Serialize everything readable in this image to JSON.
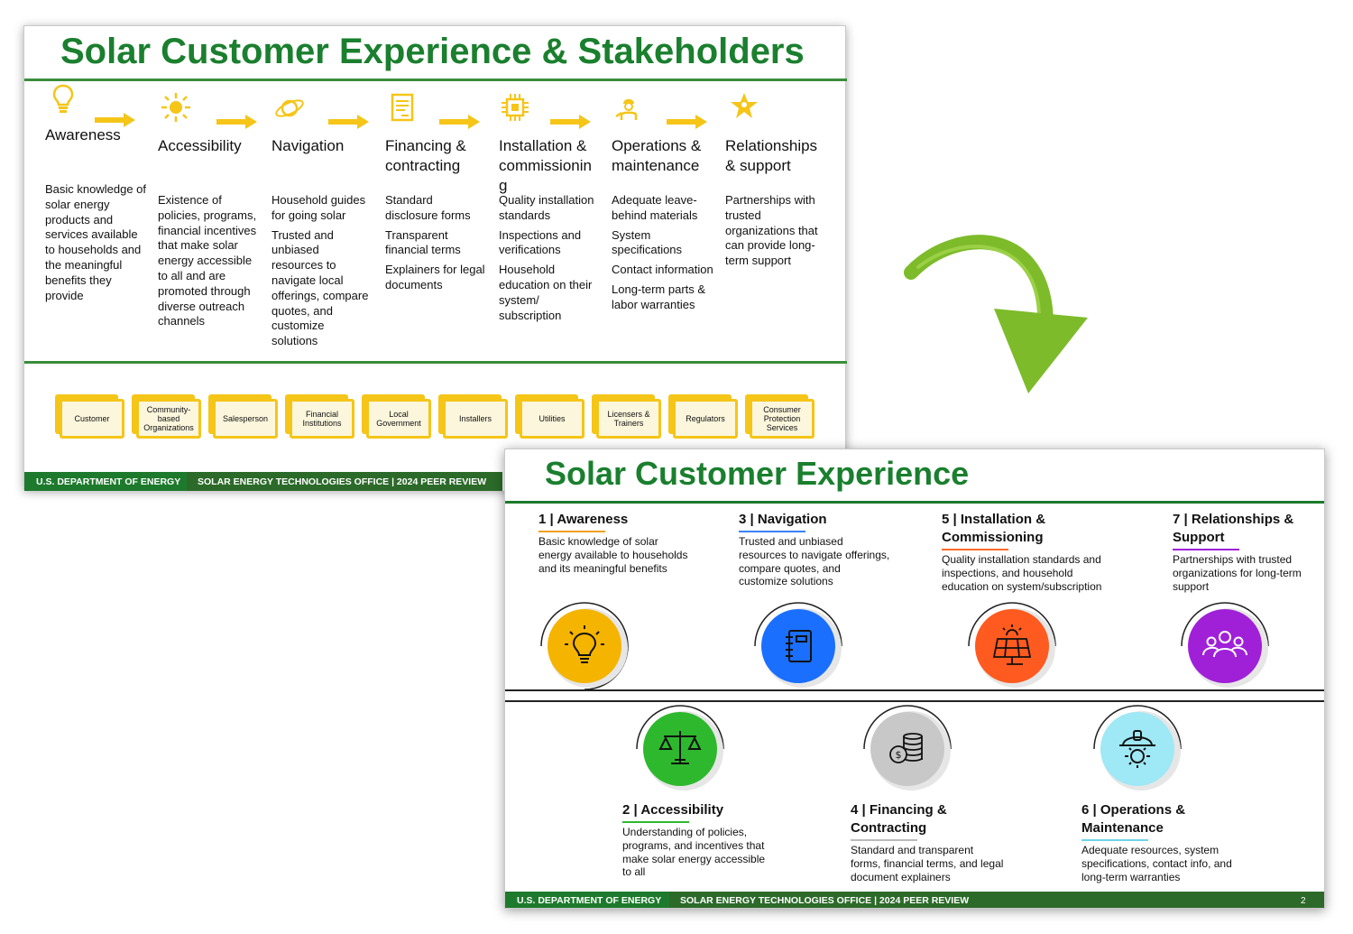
{
  "slide1": {
    "title": "Solar Customer Experience & Stakeholders",
    "stages": [
      {
        "icon": "lightbulb-icon",
        "heading": "Awareness",
        "body": [
          "Basic knowledge of solar energy products and services available to households and the meaningful benefits they provide"
        ]
      },
      {
        "icon": "sun-icon",
        "heading": "Accessibility",
        "body": [
          "Existence of policies, programs, financial incentives that make solar energy accessible to all and are promoted through diverse outreach channels"
        ]
      },
      {
        "icon": "planet-icon",
        "heading": "Navigation",
        "body": [
          "Household guides for going solar",
          "Trusted and unbiased resources to navigate local offerings, compare quotes, and customize solutions"
        ]
      },
      {
        "icon": "contract-icon",
        "heading": "Financing & contracting",
        "body": [
          "Standard disclosure forms",
          "Transparent financial terms",
          "Explainers for legal documents"
        ]
      },
      {
        "icon": "chip-icon",
        "heading": "Installation & commissionin g",
        "body": [
          "Quality installation standards",
          "Inspections and verifications",
          "Household education on their system/ subscription"
        ]
      },
      {
        "icon": "worker-icon",
        "heading": "Operations & maintenance",
        "body": [
          "Adequate leave-behind materials",
          "System specifications",
          "Contact information",
          "Long-term parts & labor warranties"
        ]
      },
      {
        "icon": "people-star-icon",
        "heading": "Relationships & support",
        "body": [
          "Partnerships with trusted organizations that can provide long-term support"
        ]
      }
    ],
    "stakeholders": [
      "Customer",
      "Community-based Organizations",
      "Salesperson",
      "Financial Institutions",
      "Local Government",
      "Installers",
      "Utilities",
      "Licensers & Trainers",
      "Regulators",
      "Consumer Protection Services"
    ],
    "footer": {
      "doe": "U.S. DEPARTMENT OF ENERGY",
      "office": "SOLAR ENERGY TECHNOLOGIES OFFICE  |  2024 PEER REVIEW"
    }
  },
  "slide2": {
    "title": "Solar Customer Experience",
    "steps": [
      {
        "heading": "1 | Awareness",
        "desc": "Basic knowledge of solar energy available to households and its meaningful benefits",
        "icon": "lightbulb-icon",
        "color": "#f5b400",
        "line": "#f0a020"
      },
      {
        "heading": "2 | Accessibility",
        "desc": "Understanding of policies, programs, and incentives that make solar energy accessible to all",
        "icon": "scales-icon",
        "color": "#2eb82e",
        "line": "#2eb82e"
      },
      {
        "heading": "3 | Navigation",
        "desc": "Trusted and unbiased resources to navigate offerings, compare quotes, and customize solutions",
        "icon": "notebook-icon",
        "color": "#1a6fff",
        "line": "#3b82f6"
      },
      {
        "heading": "4 | Financing & Contracting",
        "desc": "Standard and transparent forms, financial terms, and legal document explainers",
        "icon": "coins-icon",
        "color": "#c8c8c8",
        "line": "#bbbbbb"
      },
      {
        "heading": "5 | Installation & Commissioning",
        "desc": "Quality installation standards and inspections, and household education on system/subscription",
        "icon": "solar-panel-icon",
        "color": "#ff5a1f",
        "line": "#ff6a2a"
      },
      {
        "heading": "6 | Operations & Maintenance",
        "desc": "Adequate resources, system specifications, contact info, and long-term warranties",
        "icon": "hardhat-gear-icon",
        "color": "#9fe8f5",
        "line": "#6fd3e8"
      },
      {
        "heading": "7 | Relationships & Support",
        "desc": "Partnerships with trusted organizations for long-term support",
        "icon": "group-icon",
        "color": "#a020d8",
        "line": "#a020d8"
      }
    ],
    "footer": {
      "doe": "U.S. DEPARTMENT OF ENERGY",
      "office": "SOLAR ENERGY TECHNOLOGIES OFFICE  |  2024 PEER REVIEW",
      "page": "2"
    }
  }
}
